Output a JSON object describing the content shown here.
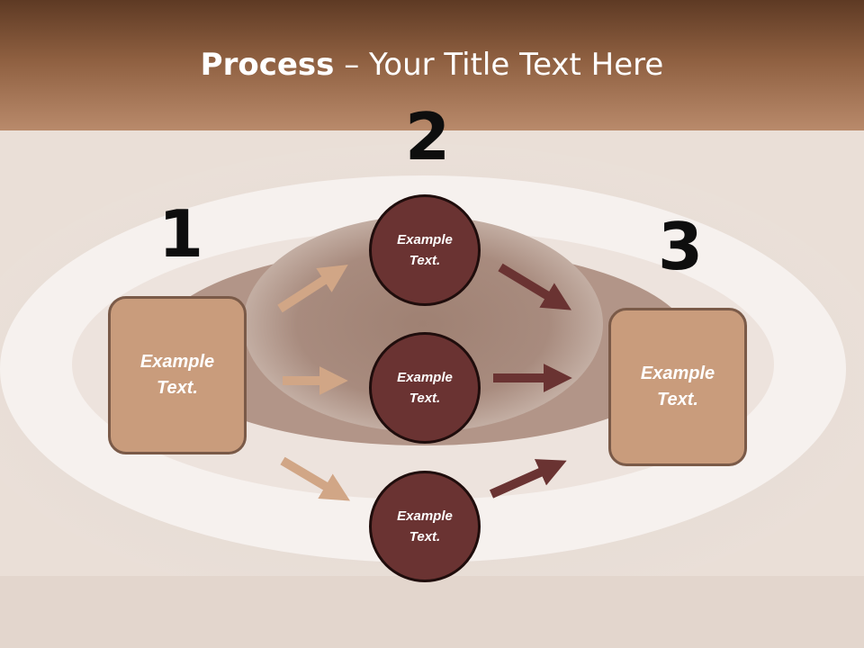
{
  "title": {
    "bold": "Process",
    "dash": " – ",
    "rest": "Your Title Text Here"
  },
  "steps": {
    "one": "1",
    "two": "2",
    "three": "3"
  },
  "left_box": {
    "label": "Example\nText."
  },
  "right_box": {
    "label": "Example\nText."
  },
  "circles": [
    {
      "label": "Example\nText."
    },
    {
      "label": "Example\nText."
    },
    {
      "label": "Example\nText."
    }
  ],
  "colors": {
    "header": "#8e5f40",
    "box_fill": "#c99c7c",
    "circle_fill": "#6a3332",
    "arrow_light": "#d1a686",
    "arrow_dark": "#6a3332"
  }
}
